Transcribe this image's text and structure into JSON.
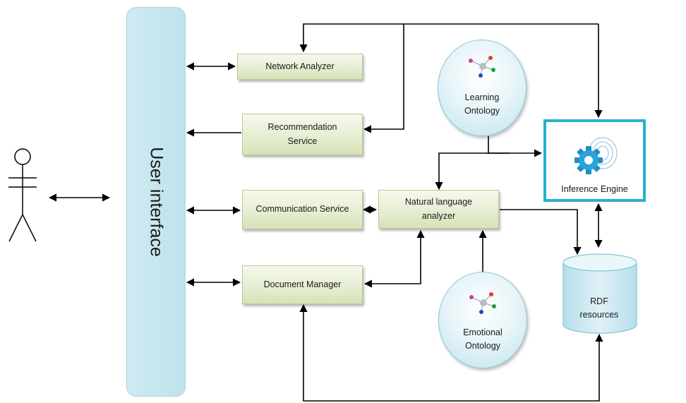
{
  "ui": {
    "label": "User interface"
  },
  "boxes": {
    "network_analyzer": "Network Analyzer",
    "recommendation_line1": "Recommendation",
    "recommendation_line2": "Service",
    "communication_service": "Communication Service",
    "document_manager": "Document Manager",
    "nla_line1": "Natural language",
    "nla_line2": "analyzer"
  },
  "ontologies": {
    "learning_line1": "Learning",
    "learning_line2": "Ontology",
    "emotional_line1": "Emotional",
    "emotional_line2": "Ontology"
  },
  "inference": {
    "label": "Inference Engine",
    "border_color": "#27b1cf"
  },
  "rdf": {
    "line1": "RDF",
    "line2": "resources"
  },
  "icons": {
    "user": "stick-figure-icon",
    "ontology": "network-graph-icon",
    "engine": "gear-icon"
  },
  "colors": {
    "box_fill": "#e6eed2",
    "ui_fill": "#cfeaf2",
    "ontology_fill": "#e8f5f9",
    "arrow": "#000000"
  }
}
